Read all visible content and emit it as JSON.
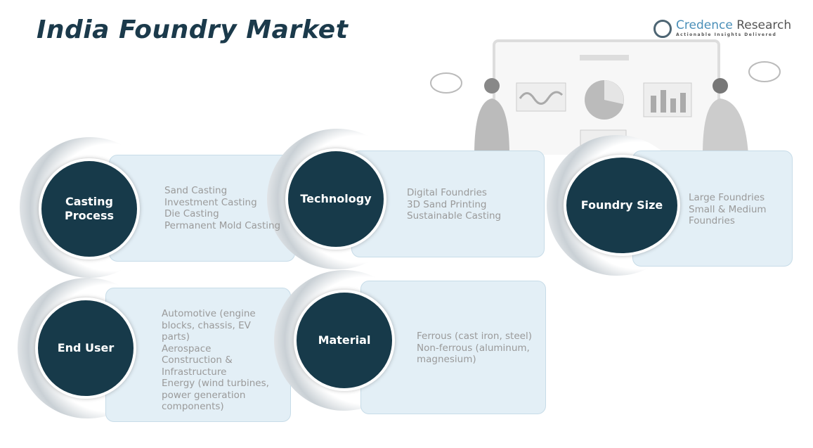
{
  "title": "India Foundry Market",
  "logo": {
    "name_a": "Credence",
    "name_b": "Research",
    "tagline": "Actionable Insights Delivered"
  },
  "segments": [
    {
      "label": "Casting Process",
      "items": [
        "Sand Casting",
        "Investment Casting",
        "Die Casting",
        "Permanent Mold Casting"
      ]
    },
    {
      "label": "Technology",
      "items": [
        "Digital Foundries",
        "3D Sand Printing",
        "Sustainable Casting"
      ]
    },
    {
      "label": "Foundry Size",
      "items": [
        "Large Foundries",
        "Small & Medium Foundries"
      ]
    },
    {
      "label": "End User",
      "items": [
        "Automotive (engine blocks, chassis, EV parts)",
        "Aerospace",
        "Construction & Infrastructure",
        "Energy (wind turbines, power generation components)"
      ]
    },
    {
      "label": "Material",
      "items": [
        "Ferrous (cast iron, steel)",
        "Non-ferrous (aluminum, magnesium)"
      ]
    }
  ]
}
